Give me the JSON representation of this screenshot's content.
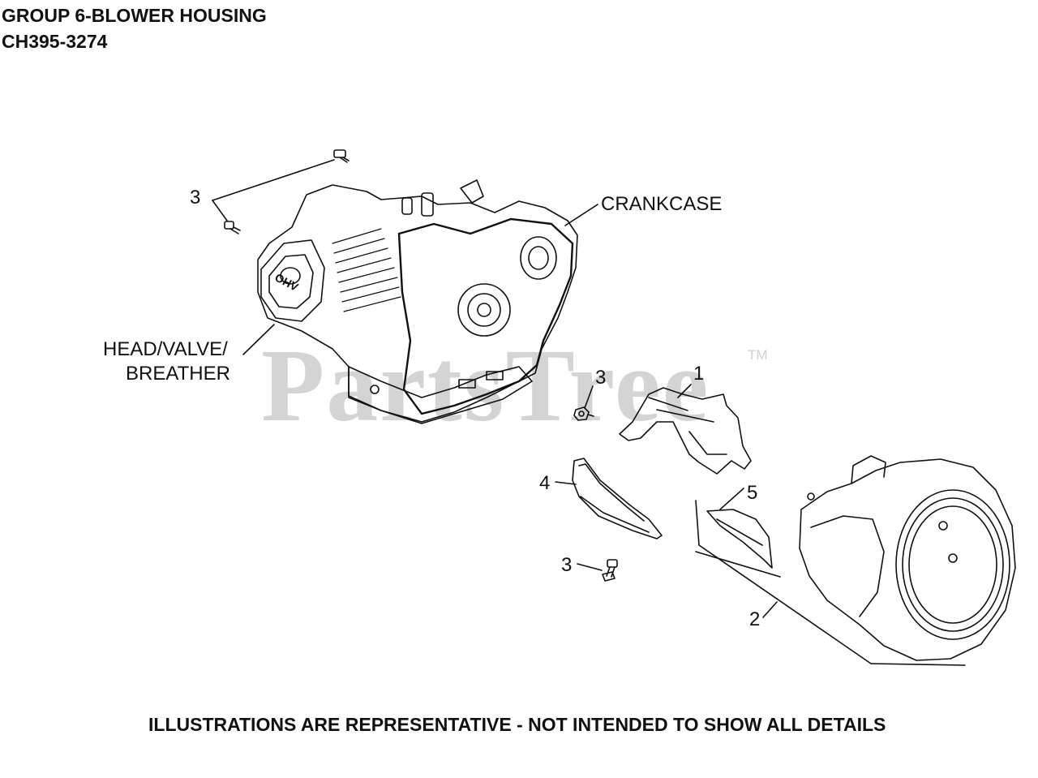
{
  "title": "GROUP 6-BLOWER HOUSING",
  "model": "CH395-3274",
  "labels": {
    "crankcase": "CRANKCASE",
    "head_valve_line1": "HEAD/VALVE/",
    "head_valve_line2": "BREATHER",
    "engine_badge": "OHV"
  },
  "callouts": {
    "screw_top": "3",
    "shroud": "1",
    "screw_mid": "3",
    "baffle_4": "4",
    "baffle_5": "5",
    "screw_bottom": "3",
    "blower_housing": "2"
  },
  "watermark": {
    "text": "PartsTree",
    "tm": "TM"
  },
  "footer": "ILLUSTRATIONS ARE REPRESENTATIVE - NOT INTENDED TO SHOW ALL DETAILS"
}
